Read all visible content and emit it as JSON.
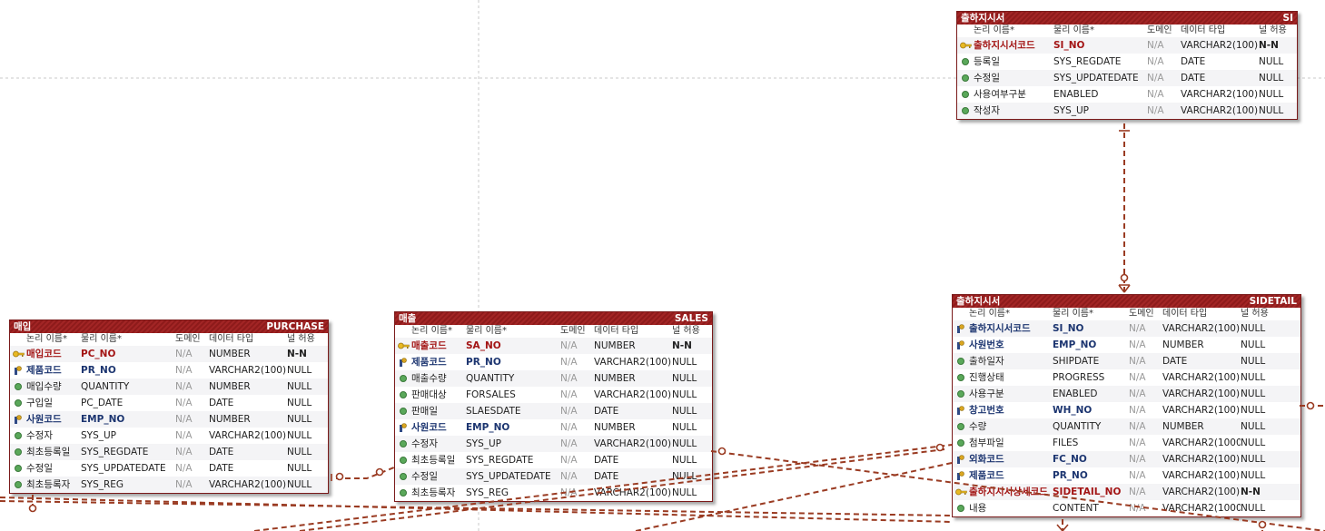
{
  "header_labels": {
    "logical": "논리 이름*",
    "physical": "물리 이름*",
    "domain": "도메인",
    "datatype": "데이터 타입",
    "nullable": "널 허용"
  },
  "entities": [
    {
      "id": "si",
      "title": "출하지시서",
      "table": "SI",
      "rows": [
        {
          "kind": "pk",
          "logical": "출하지시서코드",
          "physical": "SI_NO",
          "domain": "N/A",
          "type": "VARCHAR2(100)",
          "null": "N-N"
        },
        {
          "kind": "attr",
          "logical": "등록일",
          "physical": "SYS_REGDATE",
          "domain": "N/A",
          "type": "DATE",
          "null": "NULL"
        },
        {
          "kind": "attr",
          "logical": "수정일",
          "physical": "SYS_UPDATEDATE",
          "domain": "N/A",
          "type": "DATE",
          "null": "NULL"
        },
        {
          "kind": "attr",
          "logical": "사용여부구분",
          "physical": "ENABLED",
          "domain": "N/A",
          "type": "VARCHAR2(100)",
          "null": "NULL"
        },
        {
          "kind": "attr",
          "logical": "작성자",
          "physical": "SYS_UP",
          "domain": "N/A",
          "type": "VARCHAR2(100)",
          "null": "NULL"
        }
      ]
    },
    {
      "id": "purchase",
      "title": "매입",
      "table": "PURCHASE",
      "rows": [
        {
          "kind": "pk",
          "logical": "매입코드",
          "physical": "PC_NO",
          "domain": "N/A",
          "type": "NUMBER",
          "null": "N-N"
        },
        {
          "kind": "fk",
          "logical": "제품코드",
          "physical": "PR_NO",
          "domain": "N/A",
          "type": "VARCHAR2(100)",
          "null": "NULL"
        },
        {
          "kind": "attr",
          "logical": "매입수량",
          "physical": "QUANTITY",
          "domain": "N/A",
          "type": "NUMBER",
          "null": "NULL"
        },
        {
          "kind": "attr",
          "logical": "구입일",
          "physical": "PC_DATE",
          "domain": "N/A",
          "type": "DATE",
          "null": "NULL"
        },
        {
          "kind": "fk",
          "logical": "사원코드",
          "physical": "EMP_NO",
          "domain": "N/A",
          "type": "NUMBER",
          "null": "NULL"
        },
        {
          "kind": "attr",
          "logical": "수정자",
          "physical": "SYS_UP",
          "domain": "N/A",
          "type": "VARCHAR2(100)",
          "null": "NULL"
        },
        {
          "kind": "attr",
          "logical": "최초등록일",
          "physical": "SYS_REGDATE",
          "domain": "N/A",
          "type": "DATE",
          "null": "NULL"
        },
        {
          "kind": "attr",
          "logical": "수정일",
          "physical": "SYS_UPDATEDATE",
          "domain": "N/A",
          "type": "DATE",
          "null": "NULL"
        },
        {
          "kind": "attr",
          "logical": "최초등록자",
          "physical": "SYS_REG",
          "domain": "N/A",
          "type": "VARCHAR2(100)",
          "null": "NULL"
        }
      ]
    },
    {
      "id": "sales",
      "title": "매출",
      "table": "SALES",
      "rows": [
        {
          "kind": "pk",
          "logical": "매출코드",
          "physical": "SA_NO",
          "domain": "N/A",
          "type": "NUMBER",
          "null": "N-N"
        },
        {
          "kind": "fk",
          "logical": "제품코드",
          "physical": "PR_NO",
          "domain": "N/A",
          "type": "VARCHAR2(100)",
          "null": "NULL"
        },
        {
          "kind": "attr",
          "logical": "매출수량",
          "physical": "QUANTITY",
          "domain": "N/A",
          "type": "NUMBER",
          "null": "NULL"
        },
        {
          "kind": "attr",
          "logical": "판매대상",
          "physical": "FORSALES",
          "domain": "N/A",
          "type": "VARCHAR2(100)",
          "null": "NULL"
        },
        {
          "kind": "attr",
          "logical": "판매일",
          "physical": "SLAESDATE",
          "domain": "N/A",
          "type": "DATE",
          "null": "NULL"
        },
        {
          "kind": "fk",
          "logical": "사원코드",
          "physical": "EMP_NO",
          "domain": "N/A",
          "type": "NUMBER",
          "null": "NULL"
        },
        {
          "kind": "attr",
          "logical": "수정자",
          "physical": "SYS_UP",
          "domain": "N/A",
          "type": "VARCHAR2(100)",
          "null": "NULL"
        },
        {
          "kind": "attr",
          "logical": "최초등록일",
          "physical": "SYS_REGDATE",
          "domain": "N/A",
          "type": "DATE",
          "null": "NULL"
        },
        {
          "kind": "attr",
          "logical": "수정일",
          "physical": "SYS_UPDATEDATE",
          "domain": "N/A",
          "type": "DATE",
          "null": "NULL"
        },
        {
          "kind": "attr",
          "logical": "최초등록자",
          "physical": "SYS_REG",
          "domain": "N/A",
          "type": "VARCHAR2(100)",
          "null": "NULL"
        }
      ]
    },
    {
      "id": "sidetail",
      "title": "출하지시서",
      "table": "SIDETAIL",
      "rows": [
        {
          "kind": "fk",
          "logical": "출하지시서코드",
          "physical": "SI_NO",
          "domain": "N/A",
          "type": "VARCHAR2(100)",
          "null": "NULL"
        },
        {
          "kind": "fk",
          "logical": "사원번호",
          "physical": "EMP_NO",
          "domain": "N/A",
          "type": "NUMBER",
          "null": "NULL"
        },
        {
          "kind": "attr",
          "logical": "출하일자",
          "physical": "SHIPDATE",
          "domain": "N/A",
          "type": "DATE",
          "null": "NULL"
        },
        {
          "kind": "attr",
          "logical": "진행상태",
          "physical": "PROGRESS",
          "domain": "N/A",
          "type": "VARCHAR2(100)",
          "null": "NULL"
        },
        {
          "kind": "attr",
          "logical": "사용구분",
          "physical": "ENABLED",
          "domain": "N/A",
          "type": "VARCHAR2(100)",
          "null": "NULL"
        },
        {
          "kind": "fk",
          "logical": "창고번호",
          "physical": "WH_NO",
          "domain": "N/A",
          "type": "VARCHAR2(100)",
          "null": "NULL"
        },
        {
          "kind": "attr",
          "logical": "수량",
          "physical": "QUANTITY",
          "domain": "N/A",
          "type": "NUMBER",
          "null": "NULL"
        },
        {
          "kind": "attr",
          "logical": "첨부파일",
          "physical": "FILES",
          "domain": "N/A",
          "type": "VARCHAR2(1000)",
          "null": "NULL"
        },
        {
          "kind": "fk",
          "logical": "외화코드",
          "physical": "FC_NO",
          "domain": "N/A",
          "type": "VARCHAR2(100)",
          "null": "NULL"
        },
        {
          "kind": "fk",
          "logical": "제품코드",
          "physical": "PR_NO",
          "domain": "N/A",
          "type": "VARCHAR2(100)",
          "null": "NULL"
        },
        {
          "kind": "pk",
          "logical": "출하지시서상세코드",
          "physical": "SIDETAIL_NO",
          "domain": "N/A",
          "type": "VARCHAR2(100)",
          "null": "N-N"
        },
        {
          "kind": "attr",
          "logical": "내용",
          "physical": "CONTENT",
          "domain": "N/A",
          "type": "VARCHAR2(1000)",
          "null": "NULL"
        }
      ]
    }
  ],
  "colors": {
    "header": "#9b1f1f",
    "relationship": "#9a3b22",
    "pk_text": "#a31515",
    "fk_text": "#1c3570",
    "grid": "#c8c8c8"
  },
  "icons": {
    "pk": "key-icon",
    "fk": "foreign-key-icon",
    "attr": "attribute-dot-icon"
  }
}
